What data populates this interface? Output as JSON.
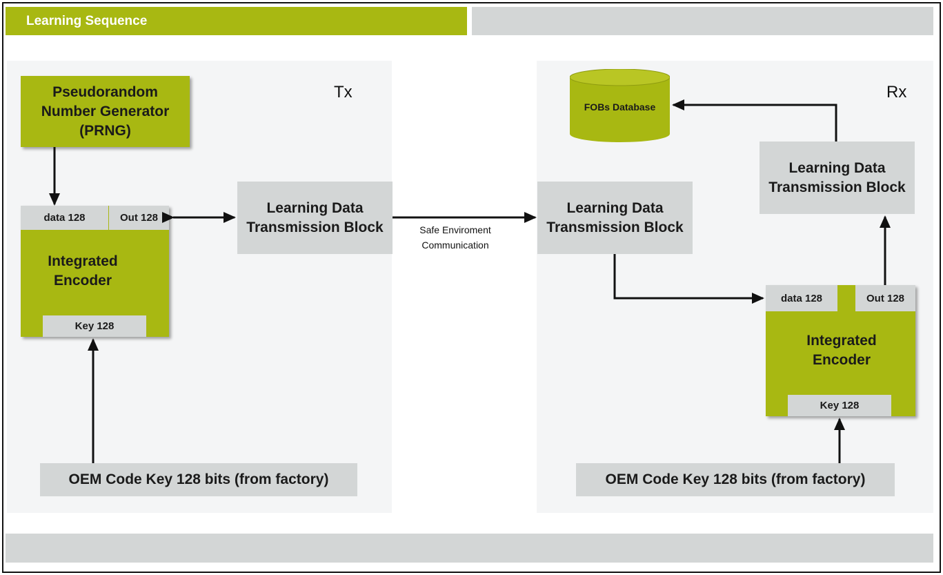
{
  "header": {
    "title": "Learning Sequence"
  },
  "tx": {
    "side_label": "Tx",
    "prng": "Pseudorandom Number Generator (PRNG)",
    "encoder": {
      "title": "Integrated Encoder",
      "data_port": "data 128",
      "out_port": "Out 128",
      "key_port": "Key 128"
    },
    "ldtb": "Learning Data Transmission Block",
    "oem": "OEM Code Key 128 bits (from factory)"
  },
  "link": {
    "caption": "Safe Enviroment Communication"
  },
  "rx": {
    "side_label": "Rx",
    "database": "FOBs Database",
    "ldtb_in": "Learning Data Transmission Block",
    "ldtb_out": "Learning Data Transmission Block",
    "encoder": {
      "title": "Integrated Encoder",
      "data_port": "data 128",
      "out_port": "Out 128",
      "key_port": "Key 128"
    },
    "oem": "OEM Code Key 128 bits (from factory)"
  },
  "colors": {
    "accent_green": "#a8b812",
    "block_gray": "#d3d6d6",
    "panel_bg": "#f4f5f6"
  }
}
